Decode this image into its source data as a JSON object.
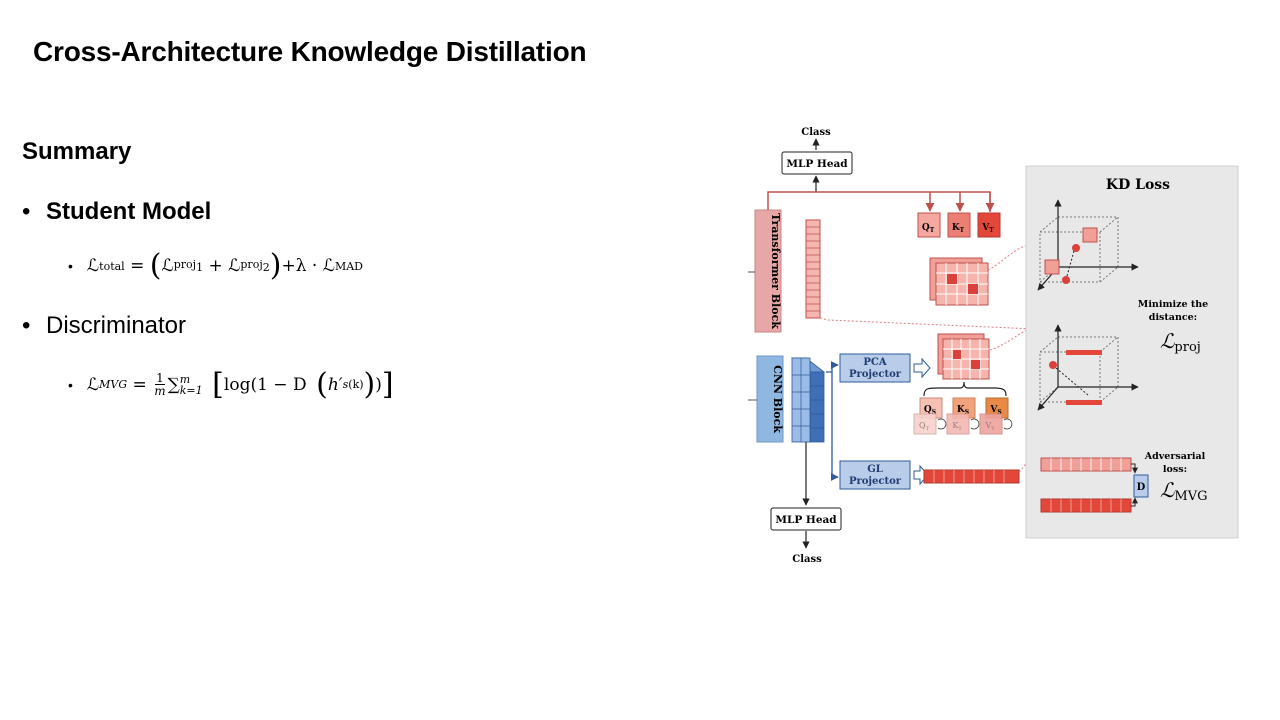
{
  "slide": {
    "title": "Cross-Architecture Knowledge Distillation",
    "summary_heading": "Summary",
    "bullets": [
      {
        "label": "Student Model",
        "formula": {
          "lhs": "ℒ",
          "lhs_sub": "total",
          "rhs_parts": [
            "ℒ",
            "proj",
            "1",
            "ℒ",
            "proj",
            "2",
            "λ",
            "ℒ",
            "MAD"
          ]
        }
      },
      {
        "label": "Discriminator",
        "formula": {
          "lhs": "ℒ",
          "lhs_sub": "MVG",
          "num": "1",
          "den": "m",
          "sum_upper": "m",
          "sum_lower": "k=1",
          "body": "log(1 − D",
          "h": "h′",
          "h_sub": "s",
          "h_sup": "(k)"
        }
      }
    ]
  },
  "figure": {
    "class_top": "Class",
    "mlp_head_top": "MLP Head",
    "transformer_block": "Transformer Block",
    "cnn_block": "CNN Block",
    "pca_projector": [
      "PCA",
      "Projector"
    ],
    "gl_projector": [
      "GL",
      "Projector"
    ],
    "mlp_head_bottom": "MLP Head",
    "class_bottom": "Class",
    "qt": "Q",
    "kt": "K",
    "vt": "V",
    "qs": "Q",
    "ks": "K",
    "vs": "V",
    "sub_t": "T",
    "sub_s": "S",
    "kd_loss": "KD Loss",
    "minimize": [
      "Minimize the",
      "distance:"
    ],
    "l_proj": "ℒ",
    "l_proj_sub": "proj",
    "adversarial": [
      "Adversarial",
      "loss:"
    ],
    "l_mvg": "ℒ",
    "l_mvg_sub": "MVG",
    "d_label": "D",
    "colors": {
      "transformer": "#e8a7a7",
      "cnn": "#8fb7e0",
      "projector": "#b9cdea",
      "kd_panel": "#e8e8e8",
      "red_accent": "#e04a3c"
    }
  }
}
